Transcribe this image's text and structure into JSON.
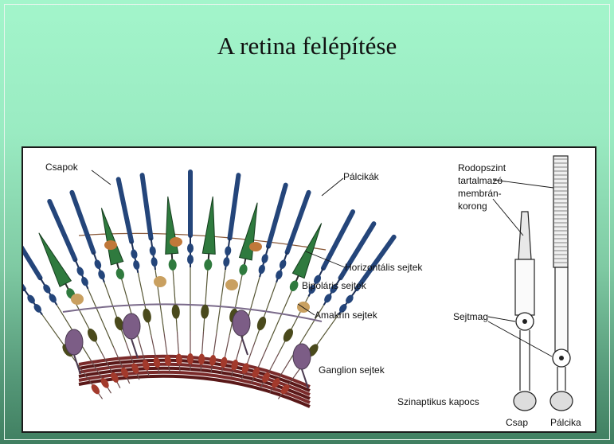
{
  "slide": {
    "title": "A retina felépítése"
  },
  "diagram": {
    "labels": {
      "csapok": "Csapok",
      "palcikak": "Pálcikák",
      "horizontalis": "Horizontális sejtek",
      "bipolaris": "Bipoláris sejtek",
      "amakrin": "Amakrin sejtek",
      "ganglion": "Ganglion sejtek",
      "rodopszint": "Rodopszint\ntartalmazó\nmembrán-\nkorong",
      "sejtmag": "Sejtmag",
      "szinaptikus": "Szinaptikus kapocs",
      "csap": "Csap",
      "palcika": "Pálcika"
    },
    "colors": {
      "rod": "#24457a",
      "cone": "#2f7a3e",
      "bipolar": "#4a4a1c",
      "horizontal": "#c0783a",
      "amacrine": "#c9a060",
      "ganglion": "#7c5d86",
      "small_cell": "#a33a2c",
      "nerve_fiber": "#7a2a2a"
    }
  }
}
